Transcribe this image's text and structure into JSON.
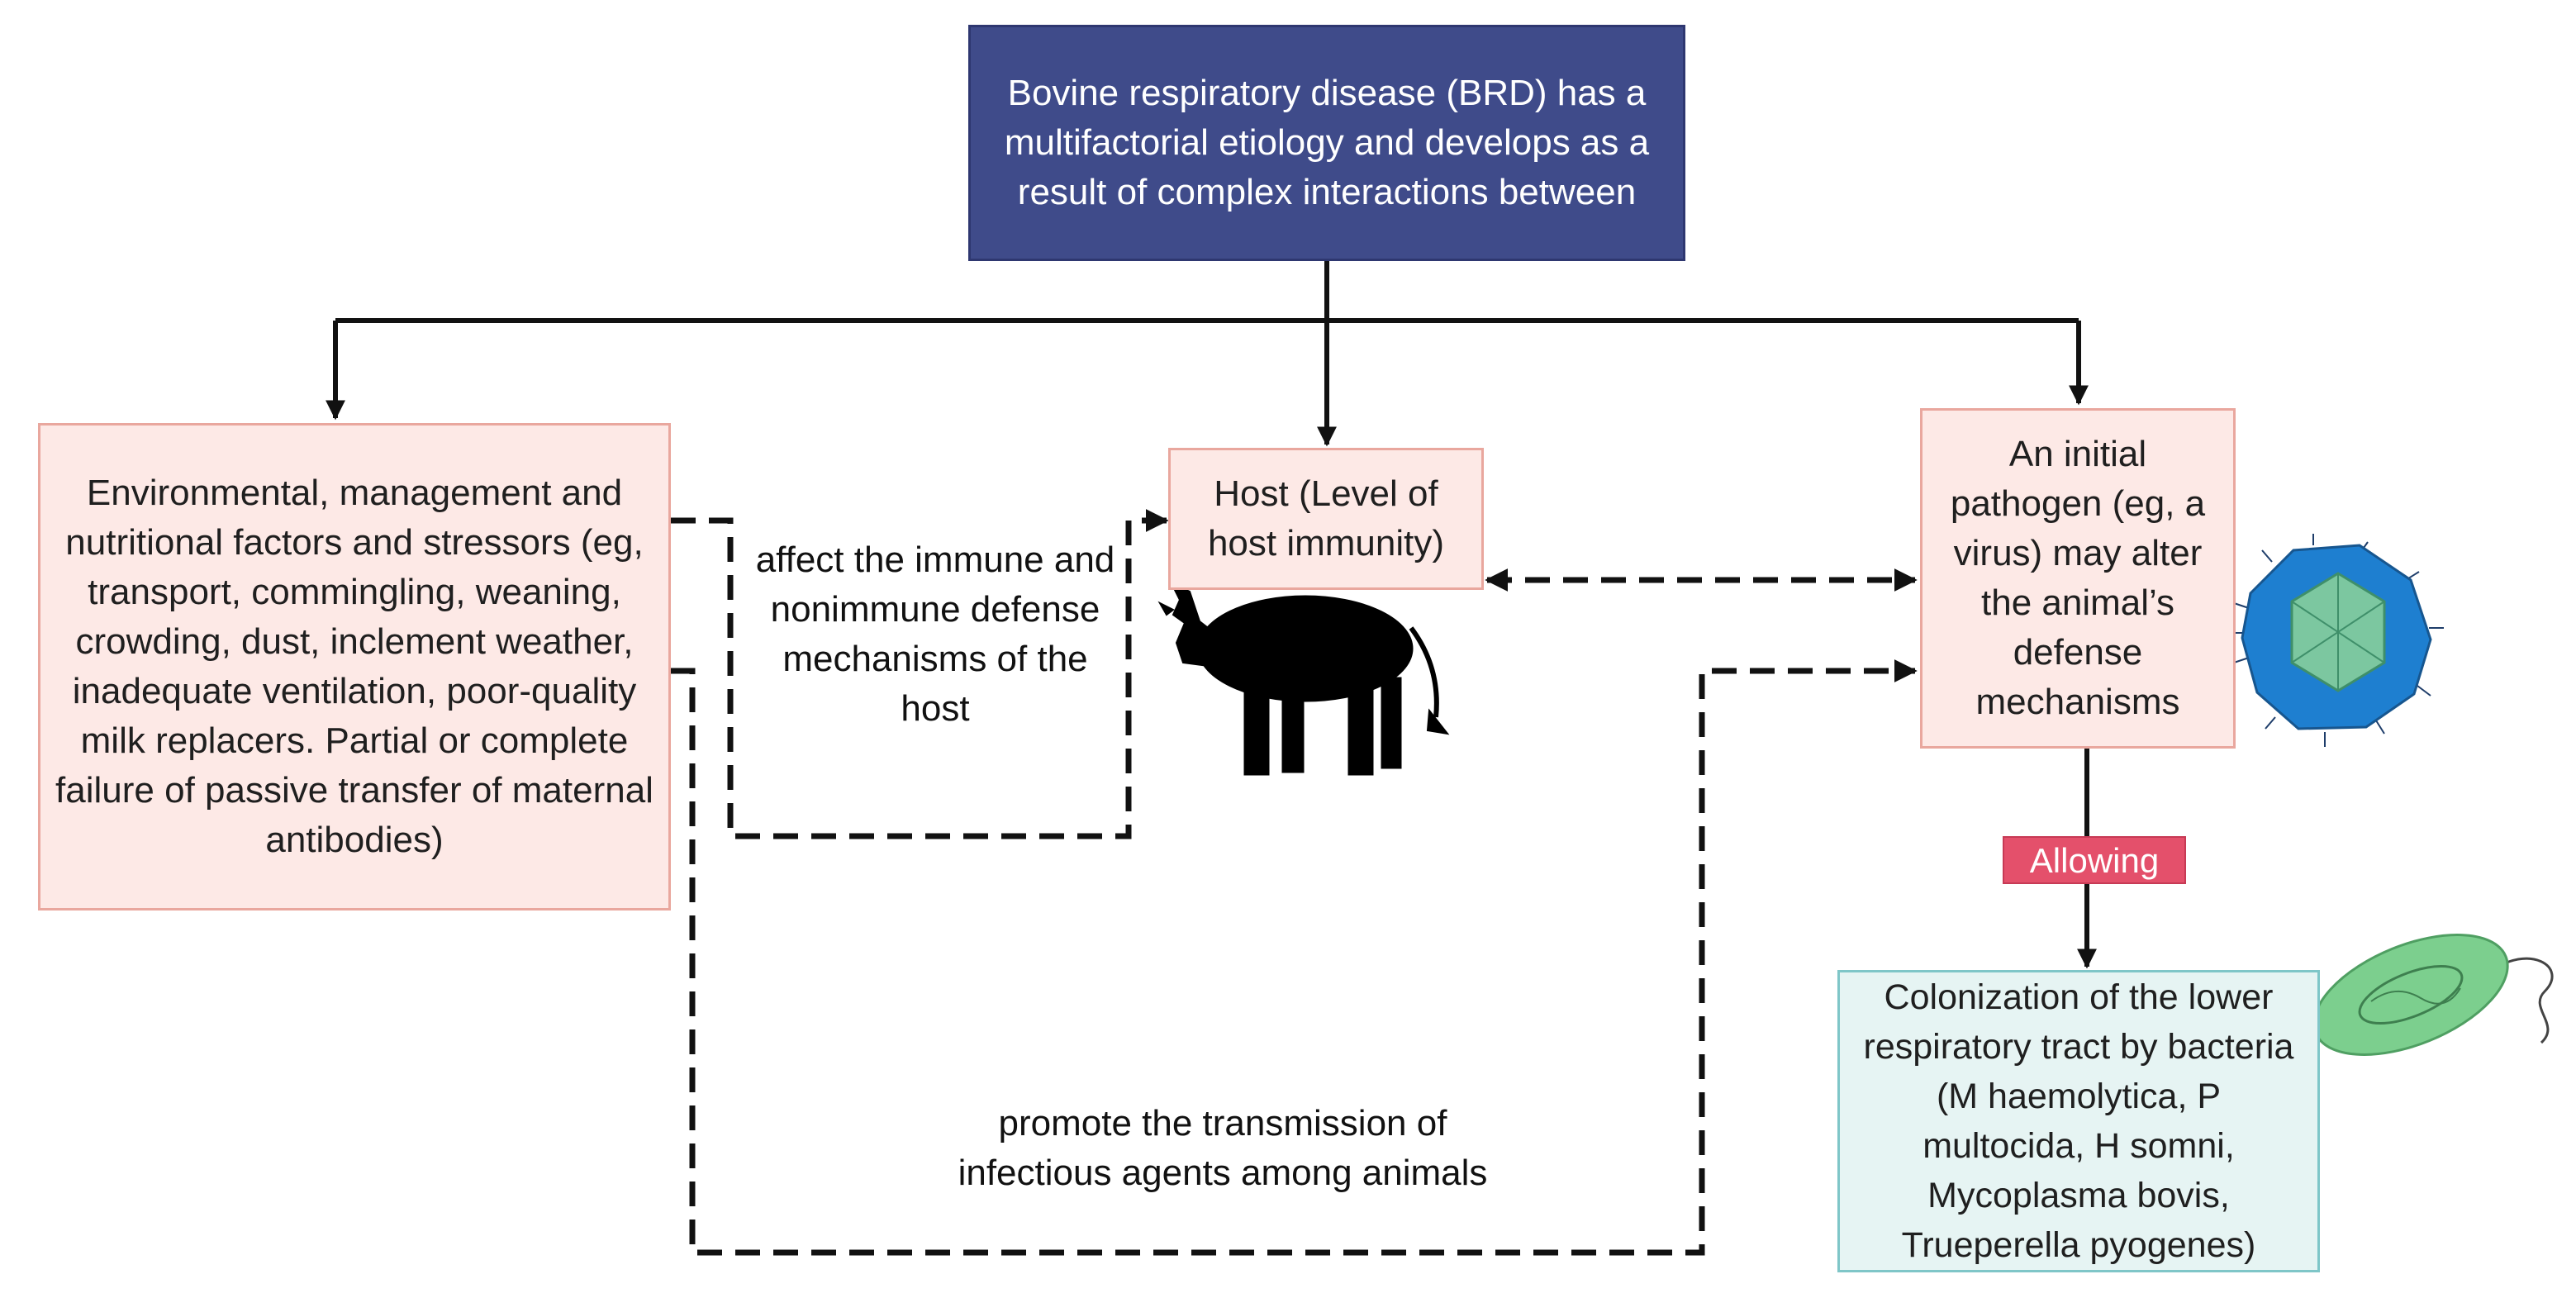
{
  "title": "Bovine respiratory disease (BRD) has a multifactorial etiology and develops as a result of complex interactions between",
  "factors": "Environmental, management and nutritional factors and  stressors (eg, transport, commingling, weaning, crowding, dust, inclement weather, inadequate ventilation, poor-quality milk replacers. Partial or complete failure of passive transfer of maternal antibodies)",
  "host": "Host (Level of host immunity)",
  "pathogen": "An initial pathogen (eg, a virus) may alter the animal’s defense mechanisms",
  "colonization": "Colonization of the lower respiratory tract by bacteria (M haemolytica, P multocida, H somni, Mycoplasma bovis, Trueperella pyogenes)",
  "edge_labels": {
    "affect": "affect the immune and nonimmune defense mechanisms of the host",
    "promote": "promote the transmission of infectious agents among animals",
    "allowing": "Allowing"
  },
  "colors": {
    "title_fill": "#3f4b8a",
    "pink_fill": "#fde9e6",
    "pink_border": "#e9a79e",
    "teal_fill": "#e6f4f3",
    "teal_border": "#7fc6c8",
    "allowing_fill": "#e4506b",
    "virus_outer": "#1e7fd0",
    "virus_inner": "#7cc7a0",
    "bacterium": "#7ccf8e"
  },
  "icons": [
    "cow-icon",
    "virus-icon",
    "bacterium-icon"
  ]
}
